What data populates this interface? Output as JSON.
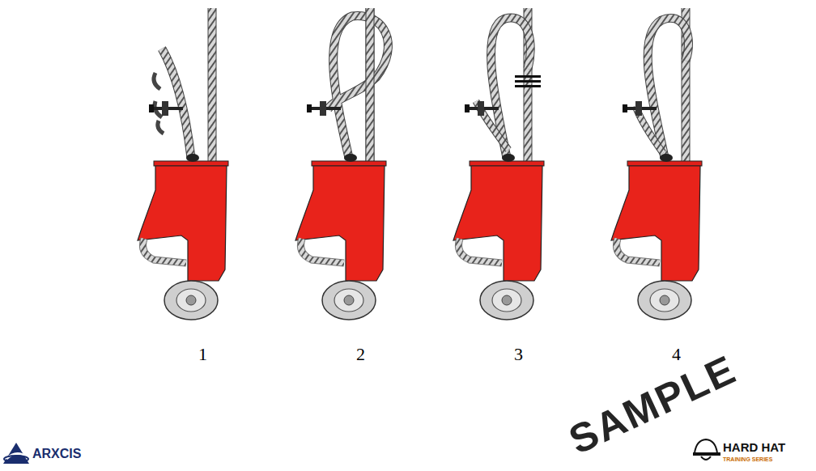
{
  "diagram": {
    "labels": [
      "1",
      "2",
      "3",
      "4",
      "ARXCIS",
      "HARD HAT",
      "TRAINING SERIES",
      "SAMPLE"
    ]
  }
}
